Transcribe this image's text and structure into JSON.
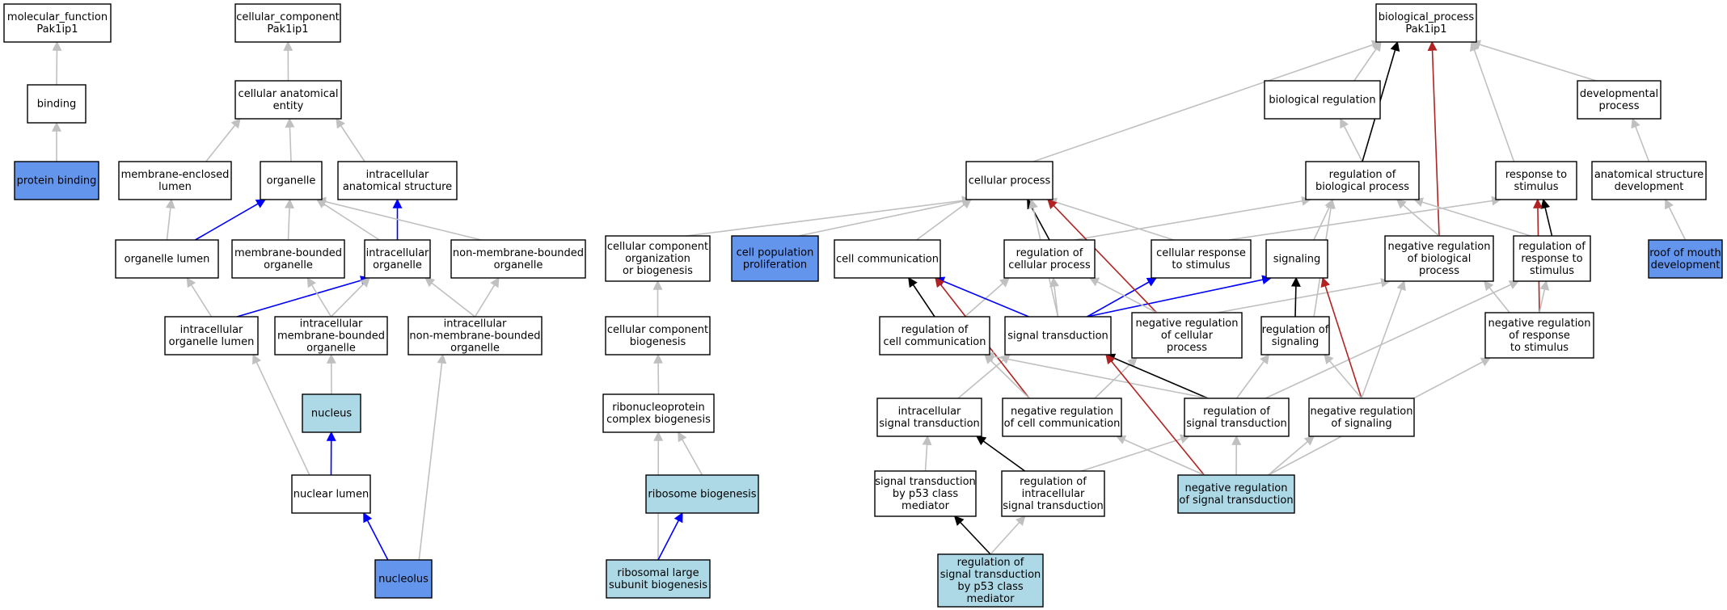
{
  "colors": {
    "plain": "#ffffff",
    "highlight": "#add8e6",
    "query": "#6495ed",
    "edge_is_a": "#c0c0c0",
    "edge_part_of": "#0000ff",
    "edge_regulates": "#000000",
    "edge_negatively_regulates": "#b22222"
  },
  "nodes": {
    "mf_root": {
      "lines": [
        "molecular_function",
        "Pak1ip1"
      ],
      "fill": "plain"
    },
    "binding": {
      "lines": [
        "binding"
      ],
      "fill": "plain"
    },
    "protein_binding": {
      "lines": [
        "protein binding"
      ],
      "fill": "query"
    },
    "cc_root": {
      "lines": [
        "cellular_component",
        "Pak1ip1"
      ],
      "fill": "plain"
    },
    "cellular_anatomical_entity": {
      "lines": [
        "cellular anatomical",
        "entity"
      ],
      "fill": "plain"
    },
    "membrane_enclosed_lumen": {
      "lines": [
        "membrane-enclosed",
        "lumen"
      ],
      "fill": "plain"
    },
    "organelle": {
      "lines": [
        "organelle"
      ],
      "fill": "plain"
    },
    "intracellular_anatomical_structure": {
      "lines": [
        "intracellular",
        "anatomical structure"
      ],
      "fill": "plain"
    },
    "organelle_lumen": {
      "lines": [
        "organelle lumen"
      ],
      "fill": "plain"
    },
    "membrane_bounded_organelle": {
      "lines": [
        "membrane-bounded",
        "organelle"
      ],
      "fill": "plain"
    },
    "intracellular_organelle": {
      "lines": [
        "intracellular",
        "organelle"
      ],
      "fill": "plain"
    },
    "non_membrane_bounded_organelle": {
      "lines": [
        "non-membrane-bounded",
        "organelle"
      ],
      "fill": "plain"
    },
    "intracellular_organelle_lumen": {
      "lines": [
        "intracellular",
        "organelle lumen"
      ],
      "fill": "plain"
    },
    "intracellular_membrane_bounded_organelle": {
      "lines": [
        "intracellular",
        "membrane-bounded",
        "organelle"
      ],
      "fill": "plain"
    },
    "intracellular_non_membrane_bounded_organelle": {
      "lines": [
        "intracellular",
        "non-membrane-bounded",
        "organelle"
      ],
      "fill": "plain"
    },
    "nucleus": {
      "lines": [
        "nucleus"
      ],
      "fill": "highlight"
    },
    "nuclear_lumen": {
      "lines": [
        "nuclear lumen"
      ],
      "fill": "plain"
    },
    "nucleolus": {
      "lines": [
        "nucleolus"
      ],
      "fill": "query"
    },
    "cellular_component_organization_or_biogenesis": {
      "lines": [
        "cellular component",
        "organization",
        "or biogenesis"
      ],
      "fill": "plain"
    },
    "cellular_component_biogenesis": {
      "lines": [
        "cellular component",
        "biogenesis"
      ],
      "fill": "plain"
    },
    "ribonucleoprotein_complex_biogenesis": {
      "lines": [
        "ribonucleoprotein",
        "complex biogenesis"
      ],
      "fill": "plain"
    },
    "ribosome_biogenesis": {
      "lines": [
        "ribosome biogenesis"
      ],
      "fill": "highlight"
    },
    "ribosomal_large_subunit_biogenesis": {
      "lines": [
        "ribosomal large",
        "subunit biogenesis"
      ],
      "fill": "highlight"
    },
    "cell_population_proliferation": {
      "lines": [
        "cell population",
        "proliferation"
      ],
      "fill": "query"
    },
    "bp_root": {
      "lines": [
        "biological_process",
        "Pak1ip1"
      ],
      "fill": "plain"
    },
    "biological_regulation": {
      "lines": [
        "biological regulation"
      ],
      "fill": "plain"
    },
    "developmental_process": {
      "lines": [
        "developmental",
        "process"
      ],
      "fill": "plain"
    },
    "cellular_process": {
      "lines": [
        "cellular process"
      ],
      "fill": "plain"
    },
    "regulation_of_biological_process": {
      "lines": [
        "regulation of",
        "biological process"
      ],
      "fill": "plain"
    },
    "response_to_stimulus": {
      "lines": [
        "response to",
        "stimulus"
      ],
      "fill": "plain"
    },
    "anatomical_structure_development": {
      "lines": [
        "anatomical structure",
        "development"
      ],
      "fill": "plain"
    },
    "cell_communication": {
      "lines": [
        "cell communication"
      ],
      "fill": "plain"
    },
    "regulation_of_cellular_process": {
      "lines": [
        "regulation of",
        "cellular process"
      ],
      "fill": "plain"
    },
    "cellular_response_to_stimulus": {
      "lines": [
        "cellular response",
        "to stimulus"
      ],
      "fill": "plain"
    },
    "signaling": {
      "lines": [
        "signaling"
      ],
      "fill": "plain"
    },
    "negative_regulation_of_biological_process": {
      "lines": [
        "negative regulation",
        "of biological",
        "process"
      ],
      "fill": "plain"
    },
    "regulation_of_response_to_stimulus": {
      "lines": [
        "regulation of",
        "response to",
        "stimulus"
      ],
      "fill": "plain"
    },
    "roof_of_mouth_development": {
      "lines": [
        "roof of mouth",
        "development"
      ],
      "fill": "query"
    },
    "regulation_of_cell_communication": {
      "lines": [
        "regulation of",
        "cell communication"
      ],
      "fill": "plain"
    },
    "signal_transduction": {
      "lines": [
        "signal transduction"
      ],
      "fill": "plain"
    },
    "negative_regulation_of_cellular_process": {
      "lines": [
        "negative regulation",
        "of cellular",
        "process"
      ],
      "fill": "plain"
    },
    "regulation_of_signaling": {
      "lines": [
        "regulation of",
        "signaling"
      ],
      "fill": "plain"
    },
    "negative_regulation_of_response_to_stimulus": {
      "lines": [
        "negative regulation",
        "of response",
        "to stimulus"
      ],
      "fill": "plain"
    },
    "intracellular_signal_transduction": {
      "lines": [
        "intracellular",
        "signal transduction"
      ],
      "fill": "plain"
    },
    "negative_regulation_of_cell_communication": {
      "lines": [
        "negative regulation",
        "of cell communication"
      ],
      "fill": "plain"
    },
    "regulation_of_signal_transduction": {
      "lines": [
        "regulation of",
        "signal transduction"
      ],
      "fill": "plain"
    },
    "negative_regulation_of_signaling": {
      "lines": [
        "negative regulation",
        "of signaling"
      ],
      "fill": "plain"
    },
    "signal_transduction_by_p53": {
      "lines": [
        "signal transduction",
        "by p53 class",
        "mediator"
      ],
      "fill": "plain"
    },
    "regulation_of_intracellular_signal_transduction": {
      "lines": [
        "regulation of",
        "intracellular",
        "signal transduction"
      ],
      "fill": "plain"
    },
    "negative_regulation_of_signal_transduction": {
      "lines": [
        "negative regulation",
        "of signal transduction"
      ],
      "fill": "highlight"
    },
    "regulation_of_signal_transduction_by_p53": {
      "lines": [
        "regulation of",
        "signal transduction",
        "by p53 class",
        "mediator"
      ],
      "fill": "highlight"
    }
  },
  "edges": [
    {
      "from": "binding",
      "to": "mf_root",
      "type": "is_a"
    },
    {
      "from": "protein_binding",
      "to": "binding",
      "type": "is_a"
    },
    {
      "from": "cellular_anatomical_entity",
      "to": "cc_root",
      "type": "is_a"
    },
    {
      "from": "membrane_enclosed_lumen",
      "to": "cellular_anatomical_entity",
      "type": "is_a"
    },
    {
      "from": "organelle",
      "to": "cellular_anatomical_entity",
      "type": "is_a"
    },
    {
      "from": "intracellular_anatomical_structure",
      "to": "cellular_anatomical_entity",
      "type": "is_a"
    },
    {
      "from": "organelle_lumen",
      "to": "membrane_enclosed_lumen",
      "type": "is_a"
    },
    {
      "from": "organelle_lumen",
      "to": "organelle",
      "type": "part_of"
    },
    {
      "from": "membrane_bounded_organelle",
      "to": "organelle",
      "type": "is_a"
    },
    {
      "from": "intracellular_organelle",
      "to": "organelle",
      "type": "is_a"
    },
    {
      "from": "intracellular_organelle",
      "to": "intracellular_anatomical_structure",
      "type": "part_of"
    },
    {
      "from": "non_membrane_bounded_organelle",
      "to": "organelle",
      "type": "is_a"
    },
    {
      "from": "intracellular_organelle_lumen",
      "to": "organelle_lumen",
      "type": "is_a"
    },
    {
      "from": "intracellular_organelle_lumen",
      "to": "intracellular_organelle",
      "type": "part_of"
    },
    {
      "from": "intracellular_membrane_bounded_organelle",
      "to": "membrane_bounded_organelle",
      "type": "is_a"
    },
    {
      "from": "intracellular_membrane_bounded_organelle",
      "to": "intracellular_organelle",
      "type": "is_a"
    },
    {
      "from": "intracellular_non_membrane_bounded_organelle",
      "to": "intracellular_organelle",
      "type": "is_a"
    },
    {
      "from": "intracellular_non_membrane_bounded_organelle",
      "to": "non_membrane_bounded_organelle",
      "type": "is_a"
    },
    {
      "from": "nucleus",
      "to": "intracellular_membrane_bounded_organelle",
      "type": "is_a"
    },
    {
      "from": "nuclear_lumen",
      "to": "intracellular_organelle_lumen",
      "type": "is_a"
    },
    {
      "from": "nuclear_lumen",
      "to": "nucleus",
      "type": "part_of"
    },
    {
      "from": "nucleolus",
      "to": "nuclear_lumen",
      "type": "part_of"
    },
    {
      "from": "nucleolus",
      "to": "intracellular_non_membrane_bounded_organelle",
      "type": "is_a"
    },
    {
      "from": "cellular_component_organization_or_biogenesis",
      "to": "cellular_process",
      "type": "is_a"
    },
    {
      "from": "cellular_component_biogenesis",
      "to": "cellular_component_organization_or_biogenesis",
      "type": "is_a"
    },
    {
      "from": "ribonucleoprotein_complex_biogenesis",
      "to": "cellular_component_biogenesis",
      "type": "is_a"
    },
    {
      "from": "ribosome_biogenesis",
      "to": "ribonucleoprotein_complex_biogenesis",
      "type": "is_a"
    },
    {
      "from": "ribosomal_large_subunit_biogenesis",
      "to": "ribonucleoprotein_complex_biogenesis",
      "type": "is_a"
    },
    {
      "from": "ribosomal_large_subunit_biogenesis",
      "to": "ribosome_biogenesis",
      "type": "part_of"
    },
    {
      "from": "cell_population_proliferation",
      "to": "cellular_process",
      "type": "is_a"
    },
    {
      "from": "cellular_process",
      "to": "bp_root",
      "type": "is_a"
    },
    {
      "from": "biological_regulation",
      "to": "bp_root",
      "type": "is_a"
    },
    {
      "from": "developmental_process",
      "to": "bp_root",
      "type": "is_a"
    },
    {
      "from": "response_to_stimulus",
      "to": "bp_root",
      "type": "is_a"
    },
    {
      "from": "regulation_of_biological_process",
      "to": "biological_regulation",
      "type": "is_a"
    },
    {
      "from": "regulation_of_biological_process",
      "to": "bp_root",
      "type": "regulates"
    },
    {
      "from": "negative_regulation_of_biological_process",
      "to": "bp_root",
      "type": "negatively_regulates"
    },
    {
      "from": "anatomical_structure_development",
      "to": "developmental_process",
      "type": "is_a"
    },
    {
      "from": "roof_of_mouth_development",
      "to": "anatomical_structure_development",
      "type": "is_a"
    },
    {
      "from": "cell_communication",
      "to": "cellular_process",
      "type": "is_a"
    },
    {
      "from": "regulation_of_cellular_process",
      "to": "cellular_process",
      "type": "regulates"
    },
    {
      "from": "regulation_of_cellular_process",
      "to": "regulation_of_biological_process",
      "type": "is_a"
    },
    {
      "from": "cellular_response_to_stimulus",
      "to": "cellular_process",
      "type": "is_a"
    },
    {
      "from": "cellular_response_to_stimulus",
      "to": "response_to_stimulus",
      "type": "is_a"
    },
    {
      "from": "signaling",
      "to": "regulation_of_biological_process",
      "type": "is_a"
    },
    {
      "from": "negative_regulation_of_biological_process",
      "to": "regulation_of_biological_process",
      "type": "is_a"
    },
    {
      "from": "regulation_of_response_to_stimulus",
      "to": "response_to_stimulus",
      "type": "regulates"
    },
    {
      "from": "regulation_of_response_to_stimulus",
      "to": "regulation_of_biological_process",
      "type": "is_a"
    },
    {
      "from": "negative_regulation_of_response_to_stimulus",
      "to": "response_to_stimulus",
      "type": "negatively_regulates"
    },
    {
      "from": "negative_regulation_of_response_to_stimulus",
      "to": "regulation_of_response_to_stimulus",
      "type": "is_a"
    },
    {
      "from": "negative_regulation_of_response_to_stimulus",
      "to": "negative_regulation_of_biological_process",
      "type": "is_a"
    },
    {
      "from": "regulation_of_cell_communication",
      "to": "cell_communication",
      "type": "regulates"
    },
    {
      "from": "regulation_of_cell_communication",
      "to": "regulation_of_cellular_process",
      "type": "is_a"
    },
    {
      "from": "signal_transduction",
      "to": "cell_communication",
      "type": "part_of"
    },
    {
      "from": "signal_transduction",
      "to": "cellular_response_to_stimulus",
      "type": "part_of"
    },
    {
      "from": "signal_transduction",
      "to": "signaling",
      "type": "part_of"
    },
    {
      "from": "signal_transduction",
      "to": "cellular_process",
      "type": "is_a"
    },
    {
      "from": "signal_transduction",
      "to": "regulation_of_cellular_process",
      "type": "is_a"
    },
    {
      "from": "negative_regulation_of_cellular_process",
      "to": "cellular_process",
      "type": "negatively_regulates"
    },
    {
      "from": "negative_regulation_of_cellular_process",
      "to": "regulation_of_cellular_process",
      "type": "is_a"
    },
    {
      "from": "negative_regulation_of_cellular_process",
      "to": "negative_regulation_of_biological_process",
      "type": "is_a"
    },
    {
      "from": "regulation_of_signaling",
      "to": "signaling",
      "type": "regulates"
    },
    {
      "from": "regulation_of_signaling",
      "to": "regulation_of_biological_process",
      "type": "is_a"
    },
    {
      "from": "intracellular_signal_transduction",
      "to": "signal_transduction",
      "type": "is_a"
    },
    {
      "from": "negative_regulation_of_cell_communication",
      "to": "cell_communication",
      "type": "negatively_regulates"
    },
    {
      "from": "negative_regulation_of_cell_communication",
      "to": "regulation_of_cell_communication",
      "type": "is_a"
    },
    {
      "from": "negative_regulation_of_cell_communication",
      "to": "negative_regulation_of_cellular_process",
      "type": "is_a"
    },
    {
      "from": "regulation_of_signal_transduction",
      "to": "signal_transduction",
      "type": "regulates"
    },
    {
      "from": "regulation_of_signal_transduction",
      "to": "regulation_of_cell_communication",
      "type": "is_a"
    },
    {
      "from": "regulation_of_signal_transduction",
      "to": "regulation_of_signaling",
      "type": "is_a"
    },
    {
      "from": "regulation_of_signal_transduction",
      "to": "regulation_of_response_to_stimulus",
      "type": "is_a"
    },
    {
      "from": "negative_regulation_of_signaling",
      "to": "signaling",
      "type": "negatively_regulates"
    },
    {
      "from": "negative_regulation_of_signaling",
      "to": "regulation_of_signaling",
      "type": "is_a"
    },
    {
      "from": "negative_regulation_of_signaling",
      "to": "negative_regulation_of_biological_process",
      "type": "is_a"
    },
    {
      "from": "signal_transduction_by_p53",
      "to": "intracellular_signal_transduction",
      "type": "is_a"
    },
    {
      "from": "regulation_of_intracellular_signal_transduction",
      "to": "intracellular_signal_transduction",
      "type": "regulates"
    },
    {
      "from": "regulation_of_intracellular_signal_transduction",
      "to": "regulation_of_signal_transduction",
      "type": "is_a"
    },
    {
      "from": "negative_regulation_of_signal_transduction",
      "to": "signal_transduction",
      "type": "negatively_regulates"
    },
    {
      "from": "negative_regulation_of_signal_transduction",
      "to": "negative_regulation_of_cell_communication",
      "type": "is_a"
    },
    {
      "from": "negative_regulation_of_signal_transduction",
      "to": "regulation_of_signal_transduction",
      "type": "is_a"
    },
    {
      "from": "negative_regulation_of_signal_transduction",
      "to": "negative_regulation_of_signaling",
      "type": "is_a"
    },
    {
      "from": "negative_regulation_of_signal_transduction",
      "to": "negative_regulation_of_response_to_stimulus",
      "type": "is_a"
    },
    {
      "from": "regulation_of_signal_transduction_by_p53",
      "to": "signal_transduction_by_p53",
      "type": "regulates"
    },
    {
      "from": "regulation_of_signal_transduction_by_p53",
      "to": "regulation_of_intracellular_signal_transduction",
      "type": "is_a"
    }
  ]
}
